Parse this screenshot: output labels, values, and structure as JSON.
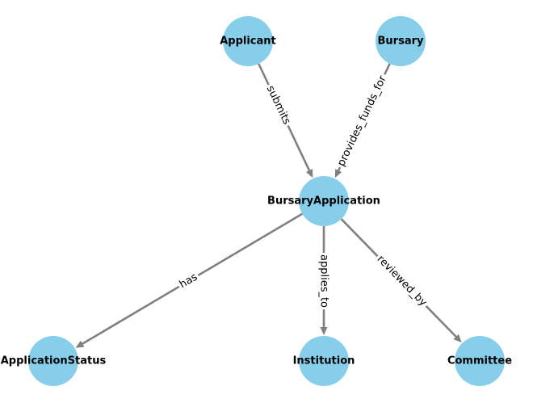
{
  "graph": {
    "nodes": [
      {
        "id": "applicant",
        "label": "Applicant"
      },
      {
        "id": "bursary",
        "label": "Bursary"
      },
      {
        "id": "bursary_application",
        "label": "BursaryApplication"
      },
      {
        "id": "application_status",
        "label": "ApplicationStatus"
      },
      {
        "id": "institution",
        "label": "Institution"
      },
      {
        "id": "committee",
        "label": "Committee"
      }
    ],
    "edges": [
      {
        "from": "applicant",
        "to": "bursary_application",
        "label": "submits"
      },
      {
        "from": "bursary",
        "to": "bursary_application",
        "label": "provides_funds_for"
      },
      {
        "from": "bursary_application",
        "to": "application_status",
        "label": "has"
      },
      {
        "from": "bursary_application",
        "to": "institution",
        "label": "applies_to"
      },
      {
        "from": "bursary_application",
        "to": "committee",
        "label": "reviewed_by"
      }
    ],
    "colors": {
      "node_fill": "#87ceeb",
      "edge": "#808080",
      "text": "#000000",
      "background": "#ffffff"
    }
  }
}
